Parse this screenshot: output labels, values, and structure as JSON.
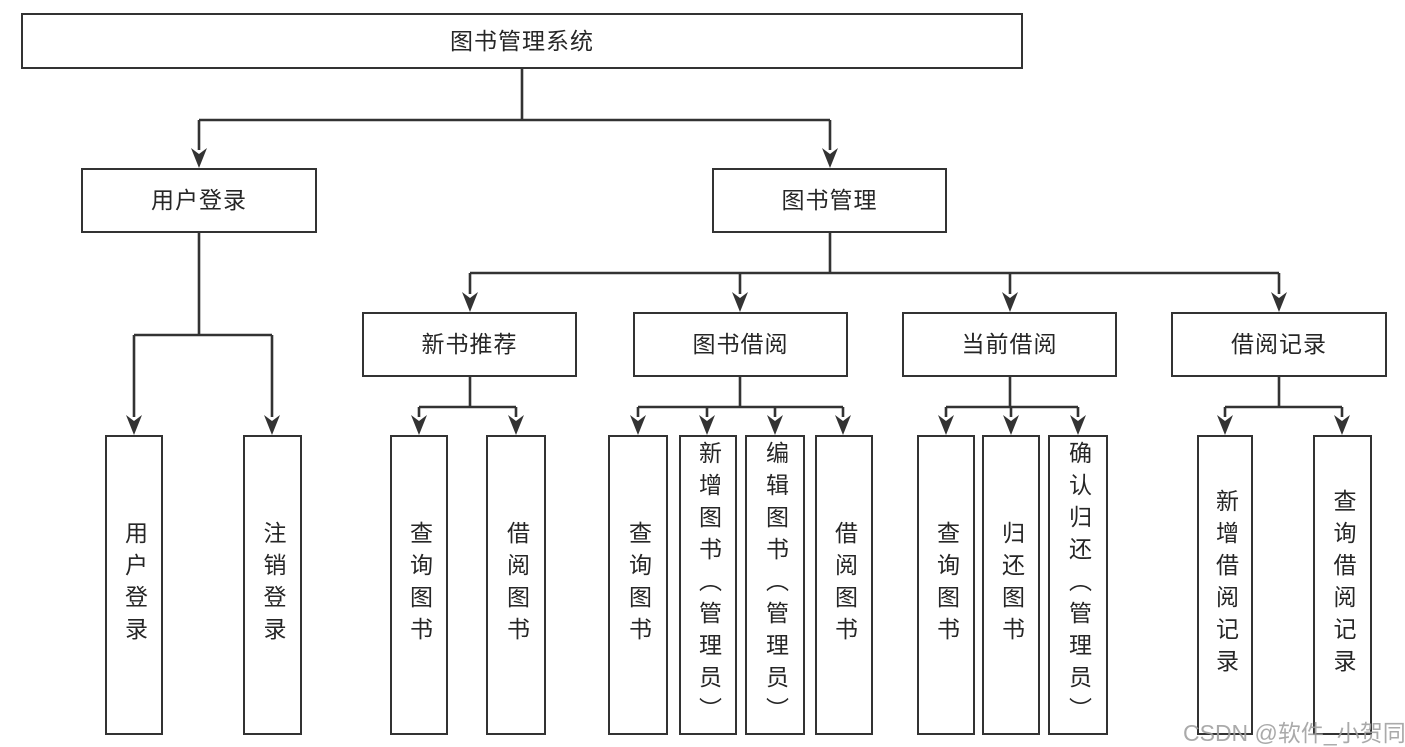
{
  "root": {
    "label": "图书管理系统"
  },
  "branches": [
    {
      "label": "用户登录",
      "leaves": [
        {
          "label": "用户登录"
        },
        {
          "label": "注销登录"
        }
      ]
    },
    {
      "label": "图书管理",
      "groups": [
        {
          "label": "新书推荐",
          "leaves": [
            {
              "label": "查询图书"
            },
            {
              "label": "借阅图书"
            }
          ]
        },
        {
          "label": "图书借阅",
          "leaves": [
            {
              "label": "查询图书"
            },
            {
              "label": "新增图书（管理员）"
            },
            {
              "label": "编辑图书（管理员）"
            },
            {
              "label": "借阅图书"
            }
          ]
        },
        {
          "label": "当前借阅",
          "leaves": [
            {
              "label": "查询图书"
            },
            {
              "label": "归还图书"
            },
            {
              "label": "确认归还（管理员）"
            }
          ]
        },
        {
          "label": "借阅记录",
          "leaves": [
            {
              "label": "新增借阅记录"
            },
            {
              "label": "查询借阅记录"
            }
          ]
        }
      ]
    }
  ],
  "watermark": "CSDN @软件_小贺同学",
  "colors": {
    "line": "#333333",
    "text": "#262626",
    "watermark": "#9e9e9e",
    "background": "#ffffff"
  }
}
